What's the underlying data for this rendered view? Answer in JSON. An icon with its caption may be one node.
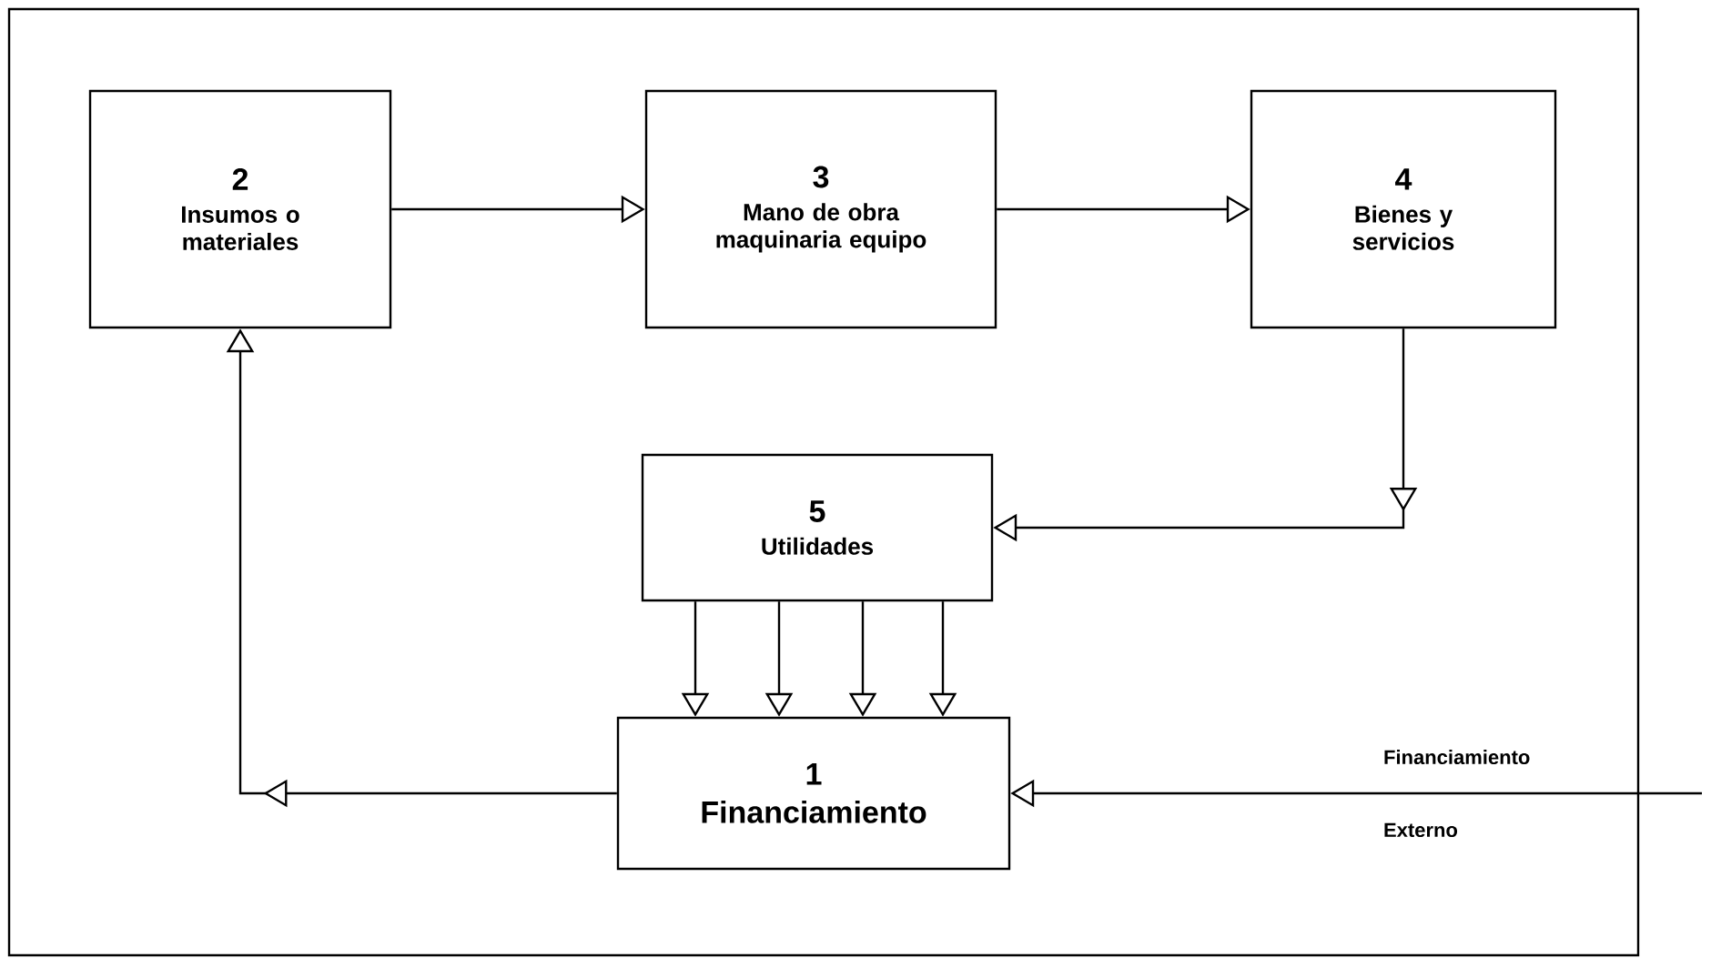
{
  "diagram": {
    "nodes": [
      {
        "text": [
          "2",
          "Insumos o materiales"
        ]
      },
      {
        "text": [
          "3",
          "Mano de obra maquinaria equipo"
        ]
      },
      {
        "text": [
          "4",
          "Bienes y servicios"
        ]
      },
      {
        "text": [
          "5",
          "Utilidades"
        ]
      },
      {
        "text": [
          "1",
          "Financiamiento"
        ]
      }
    ],
    "edges": [
      {
        "from": 0,
        "to": 1,
        "arrow": "to"
      },
      {
        "from": 1,
        "to": 2,
        "arrow": "to"
      },
      {
        "from": 2,
        "to": 3,
        "arrow": "to"
      },
      {
        "from": 3,
        "to": 4,
        "arrow": "to"
      },
      {
        "from": 3,
        "to": 4,
        "arrow": "to"
      },
      {
        "from": 3,
        "to": 4,
        "arrow": "to"
      },
      {
        "from": 3,
        "to": 4,
        "arrow": "to"
      },
      {
        "from": 4,
        "to": 0,
        "arrow": "to"
      },
      {
        "from": null,
        "to": 4,
        "arrow": "to",
        "label": "Financiamiento Externo"
      }
    ]
  }
}
